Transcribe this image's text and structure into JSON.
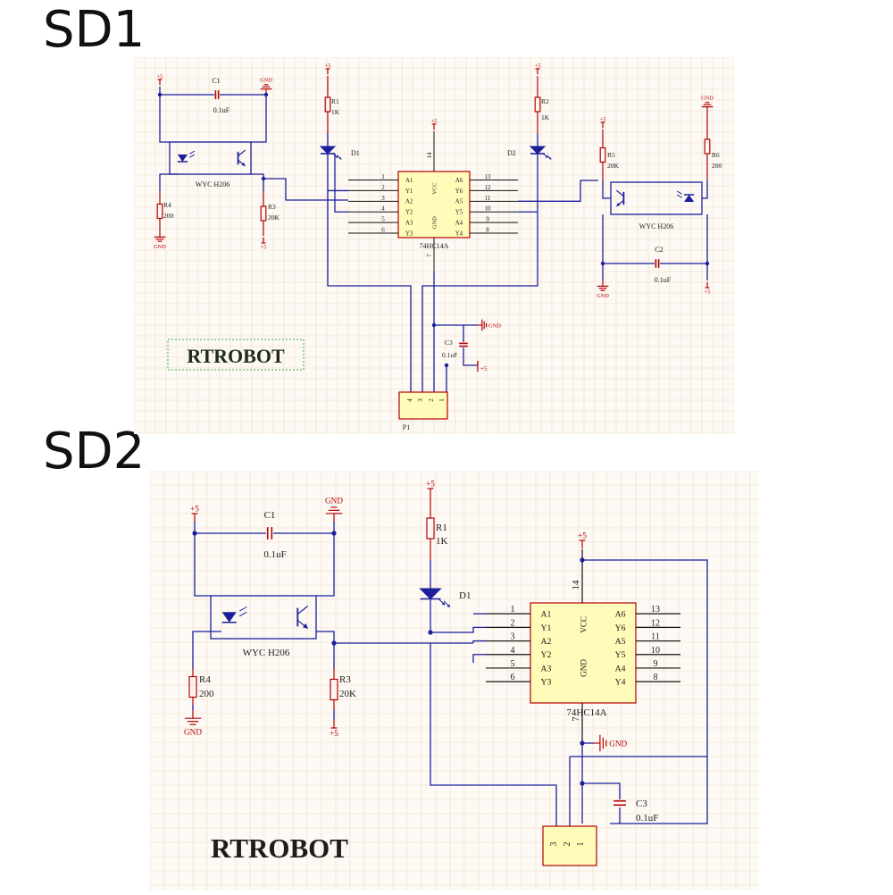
{
  "titles": {
    "sd1": "SD1",
    "sd2": "SD2"
  },
  "colors": {
    "wire": "#1a1f9c",
    "symbol": "#b40000",
    "text": "#202020",
    "ic_fill": "#fffbb8",
    "grid": "#f0dcc8",
    "sheet_bg": "#fdf9f4"
  },
  "labels": {
    "plus5": "+5",
    "gnd": "GND",
    "c1": "C1",
    "c2": "C2",
    "c3": "C3",
    "cap_val": "0.1uF",
    "r1": "R1",
    "r2": "R2",
    "r3": "R3",
    "r4": "R4",
    "r5": "R5",
    "r6": "R6",
    "v1k": "1K",
    "v20k": "20K",
    "v200": "200",
    "d1": "D1",
    "d2": "D2",
    "opto": "WYC H206",
    "ic": "74HC14A",
    "vcc": "VCC",
    "ic_gnd": "GND",
    "p1": "P1",
    "brand": "RTROBOT",
    "ic_left": [
      "A1",
      "Y1",
      "A2",
      "Y2",
      "A3",
      "Y3"
    ],
    "ic_right": [
      "A6",
      "Y6",
      "A5",
      "Y5",
      "A4",
      "Y4"
    ],
    "pins_left": [
      "1",
      "2",
      "3",
      "4",
      "5",
      "6"
    ],
    "pins_right": [
      "13",
      "12",
      "11",
      "10",
      "9",
      "8"
    ],
    "pin14": "14",
    "pin7": "7",
    "conn4": [
      "4",
      "3",
      "2",
      "1"
    ],
    "conn3": [
      "3",
      "2",
      "1"
    ]
  }
}
